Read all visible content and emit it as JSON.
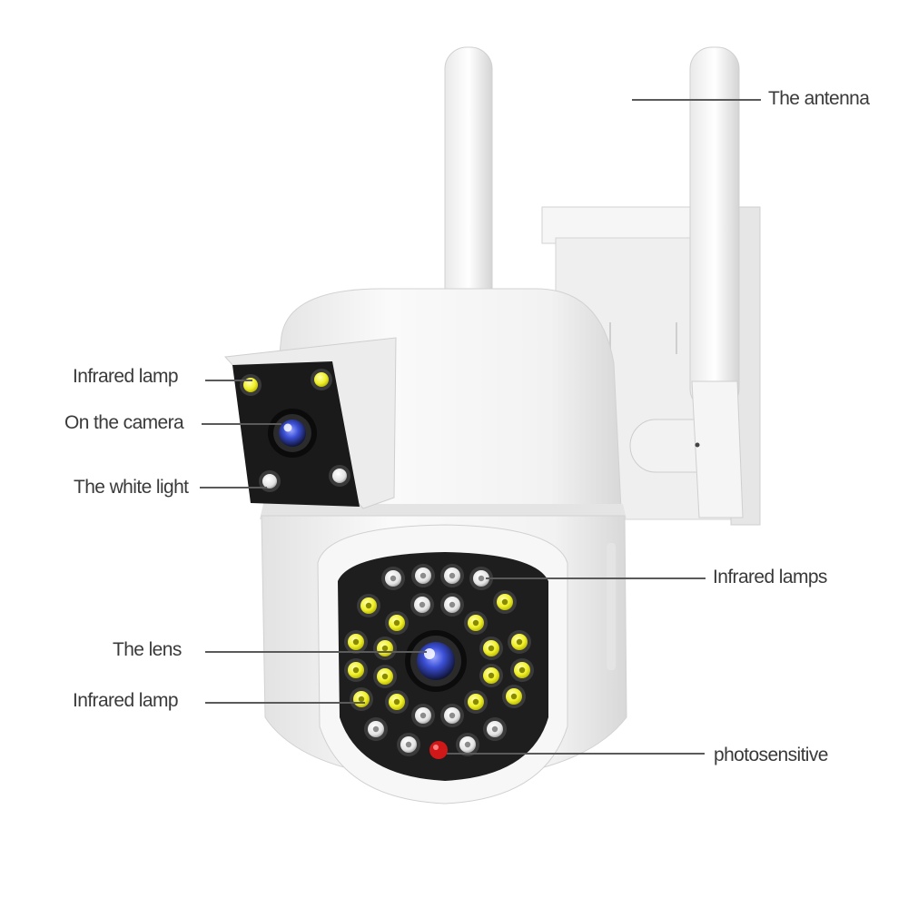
{
  "labels": {
    "antenna": "The antenna",
    "infrared_lamp_top": "Infrared lamp",
    "on_the_camera": "On the camera",
    "white_light": "The white light",
    "infrared_lamps": "Infrared lamps",
    "lens": "The lens",
    "infrared_lamp_bottom": "Infrared lamp",
    "photosensitive": "photosensitive"
  },
  "colors": {
    "body": "#f4f4f4",
    "body_shadow": "#d9d9d9",
    "face_panel": "#1e1e1e",
    "ir_led": "#f0f02a",
    "white_led": "#e8e8e8",
    "lens_blue": "#3b4fd6",
    "photosensor": "#d01818",
    "leader_line": "#5a5a5a"
  }
}
